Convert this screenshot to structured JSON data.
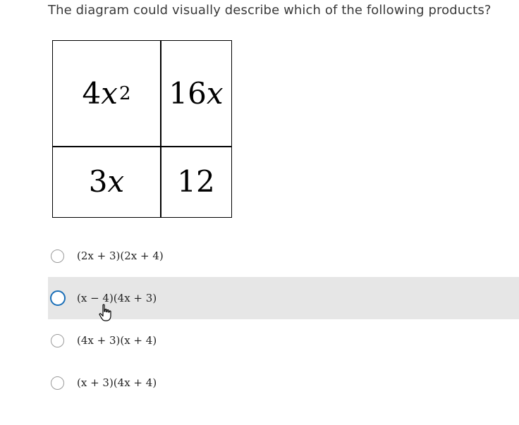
{
  "question": {
    "text": "The diagram could visually describe which of the following products?"
  },
  "diagram": {
    "cells": [
      {
        "coef": "4",
        "var": "x",
        "exp": "2"
      },
      {
        "coef": "16",
        "var": "x",
        "exp": ""
      },
      {
        "coef": "3",
        "var": "x",
        "exp": ""
      },
      {
        "coef": "12",
        "var": "",
        "exp": ""
      }
    ]
  },
  "options": [
    {
      "label": "(2x + 3)(2x + 4)",
      "selected": false,
      "hovered": false
    },
    {
      "label": "(x − 4)(4x + 3)",
      "selected": false,
      "hovered": true
    },
    {
      "label": "(4x + 3)(x + 4)",
      "selected": false,
      "hovered": false
    },
    {
      "label": "(x + 3)(4x + 4)",
      "selected": false,
      "hovered": false
    }
  ],
  "colors": {
    "focus_ring": "#1a6fb8",
    "hover_background": "#e6e6e6"
  },
  "cursor": {
    "icon": "hand-pointer-icon"
  }
}
